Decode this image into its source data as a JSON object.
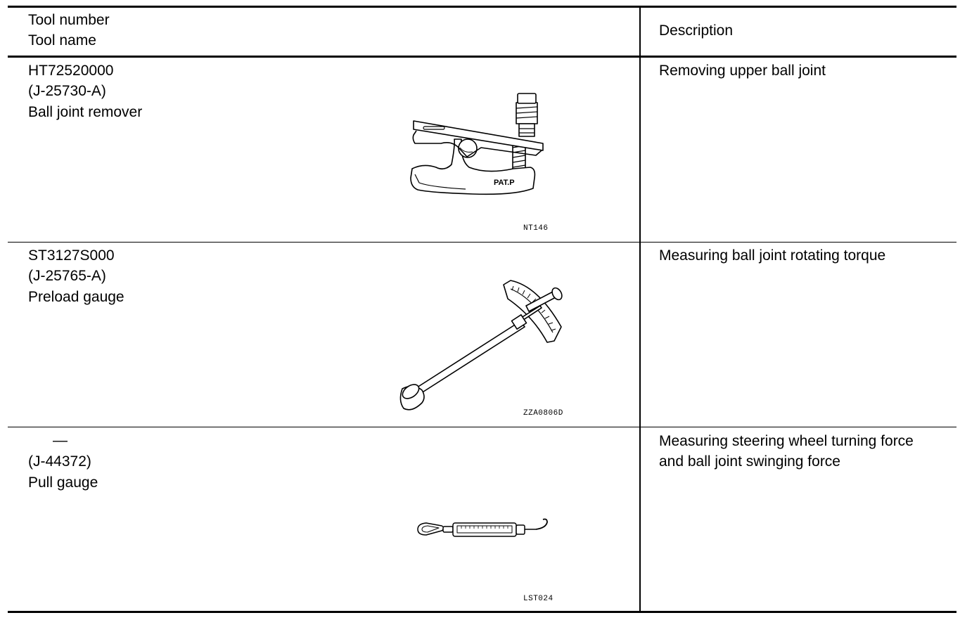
{
  "header": {
    "tool_number_label": "Tool number",
    "tool_name_label": "Tool name",
    "description_label": "Description"
  },
  "rows": [
    {
      "tool_number": "HT72520000",
      "alt_number": "(J-25730-A)",
      "tool_name": "Ball joint remover",
      "description": "Removing upper ball joint",
      "figure_code": "NT146",
      "figure_stamp": "PAT.P",
      "icon": "ball-joint-remover-icon"
    },
    {
      "tool_number": "ST3127S000",
      "alt_number": "(J-25765-A)",
      "tool_name": "Preload gauge",
      "description": "Measuring ball joint rotating torque",
      "figure_code": "ZZA0806D",
      "icon": "preload-gauge-icon"
    },
    {
      "tool_number": "—",
      "alt_number": "(J-44372)",
      "tool_name": "Pull gauge",
      "description_line1": "Measuring steering wheel turning force",
      "description_line2": "and ball joint swinging force",
      "figure_code": "LST024",
      "icon": "pull-gauge-icon"
    }
  ]
}
